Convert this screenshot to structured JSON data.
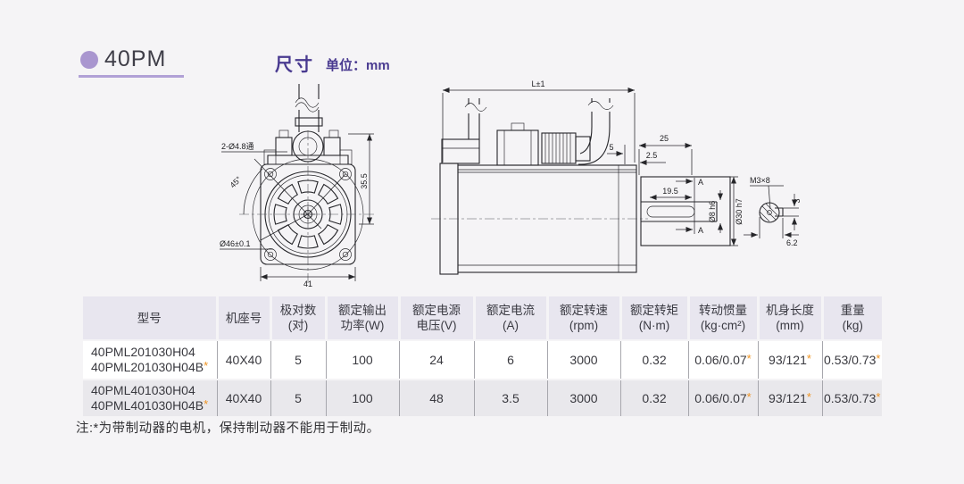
{
  "header": {
    "series": "40PM",
    "section_title": "尺寸",
    "unit": "单位：mm",
    "accent_color": "#a996cf",
    "title_color": "#493a90"
  },
  "drawing": {
    "labels": {
      "front_holes": "2-Ø4.8通",
      "front_angle": "45°",
      "front_pilot": "Ø46±0.1",
      "front_width": "41",
      "front_height": "35.5",
      "side_length": "L±1",
      "side_offset": "5",
      "shaft_len": "25",
      "shaft_step": "2.5",
      "key_len": "19.5",
      "shaft_dia": "Ø8 h6",
      "boss_dia": "Ø30 h7",
      "section_mark": "A",
      "tap": "M3×8",
      "key_depth": "3",
      "key_width": "6.2"
    }
  },
  "table": {
    "star": "*",
    "headers": [
      {
        "l1": "型号",
        "l2": ""
      },
      {
        "l1": "机座号",
        "l2": ""
      },
      {
        "l1": "极对数",
        "l2": "(对)"
      },
      {
        "l1": "额定输出",
        "l2": "功率(W)"
      },
      {
        "l1": "额定电源",
        "l2": "电压(V)"
      },
      {
        "l1": "额定电流",
        "l2": "(A)"
      },
      {
        "l1": "额定转速",
        "l2": "(rpm)"
      },
      {
        "l1": "额定转矩",
        "l2": "(N·m)"
      },
      {
        "l1": "转动惯量",
        "l2": "(kg·cm²)"
      },
      {
        "l1": "机身长度",
        "l2": "(mm)"
      },
      {
        "l1": "重量",
        "l2": "(kg)"
      }
    ],
    "rows": [
      {
        "model1": "40PML201030H04",
        "model2": "40PML201030H04B",
        "frame": "40X40",
        "poles": "5",
        "power": "100",
        "voltage": "24",
        "current": "6",
        "speed": "3000",
        "torque": "0.32",
        "inertia": "0.06/0.07",
        "length": "93/121",
        "weight": "0.53/0.73"
      },
      {
        "model1": "40PML401030H04",
        "model2": "40PML401030H04B",
        "frame": "40X40",
        "poles": "5",
        "power": "100",
        "voltage": "48",
        "current": "3.5",
        "speed": "3000",
        "torque": "0.32",
        "inertia": "0.06/0.07",
        "length": "93/121",
        "weight": "0.53/0.73"
      }
    ]
  },
  "note": "注:*为带制动器的电机，保持制动器不能用于制动。"
}
